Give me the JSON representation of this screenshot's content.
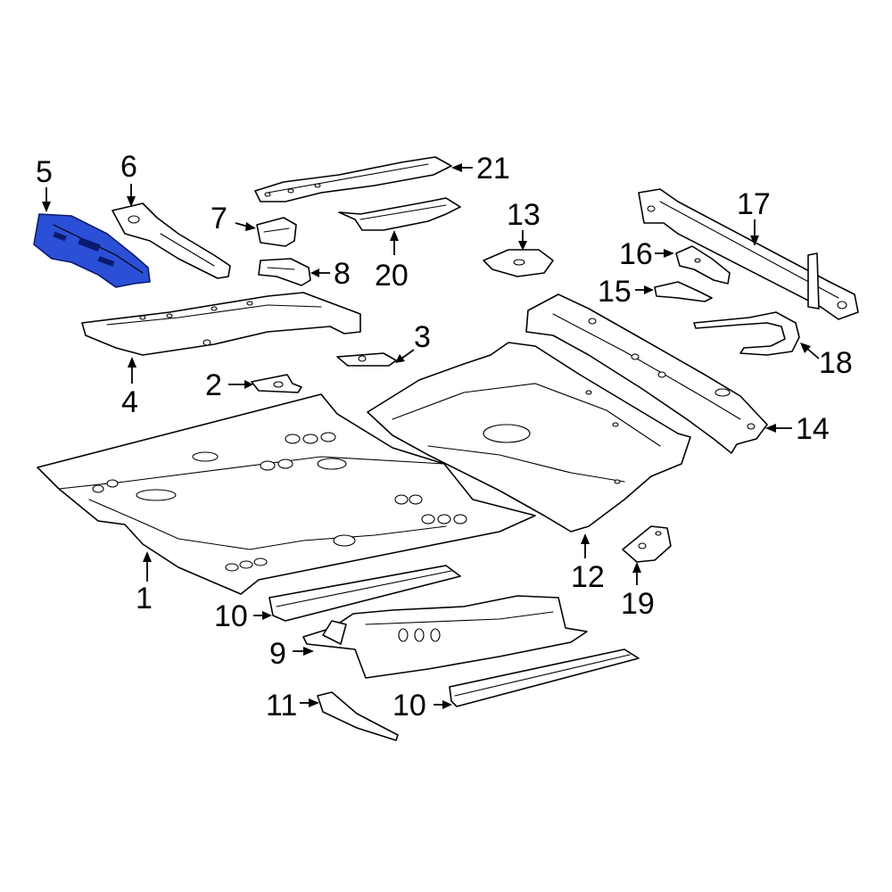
{
  "diagram": {
    "highlight_color": "#2b4fd6",
    "highlighted_part": "5",
    "callouts": [
      "1",
      "2",
      "3",
      "4",
      "5",
      "6",
      "7",
      "8",
      "9",
      "10",
      "10",
      "11",
      "12",
      "13",
      "14",
      "15",
      "16",
      "17",
      "18",
      "19",
      "20",
      "21"
    ]
  }
}
